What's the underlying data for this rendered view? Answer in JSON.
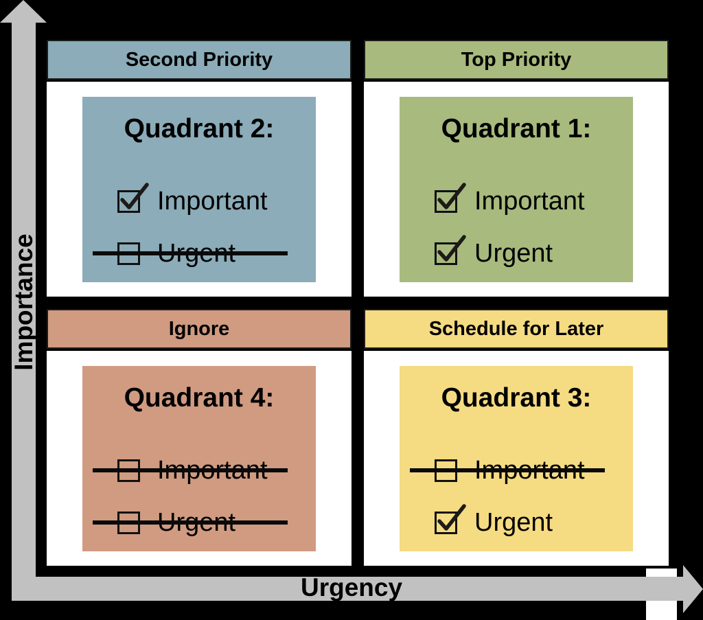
{
  "colors": {
    "background": "#000000",
    "axis_gray": "#C1C1C1",
    "paper": "#FFFFFF",
    "ink": "#000000",
    "q2_blue": "#8BACB8",
    "q1_green": "#A8BA7D",
    "q4_salmon": "#D09B81",
    "q3_yellow": "#F5DB82"
  },
  "axes": {
    "y_label": "Importance",
    "x_label": "Urgency"
  },
  "quadrants": [
    {
      "header": "Second Priority",
      "title": "Quadrant 2:",
      "color": "#8BACB8",
      "items": [
        {
          "label": "Important",
          "checked": true,
          "struck": false
        },
        {
          "label": "Urgent",
          "checked": false,
          "struck": true
        }
      ]
    },
    {
      "header": "Top Priority",
      "title": "Quadrant 1:",
      "color": "#A8BA7D",
      "items": [
        {
          "label": "Important",
          "checked": true,
          "struck": false
        },
        {
          "label": "Urgent",
          "checked": true,
          "struck": false
        }
      ]
    },
    {
      "header": "Ignore",
      "title": "Quadrant 4:",
      "color": "#D09B81",
      "items": [
        {
          "label": "Important",
          "checked": false,
          "struck": true
        },
        {
          "label": "Urgent",
          "checked": false,
          "struck": true
        }
      ]
    },
    {
      "header": "Schedule for Later",
      "title": "Quadrant 3:",
      "color": "#F5DB82",
      "items": [
        {
          "label": "Important",
          "checked": false,
          "struck": true
        },
        {
          "label": "Urgent",
          "checked": true,
          "struck": false
        }
      ]
    }
  ]
}
